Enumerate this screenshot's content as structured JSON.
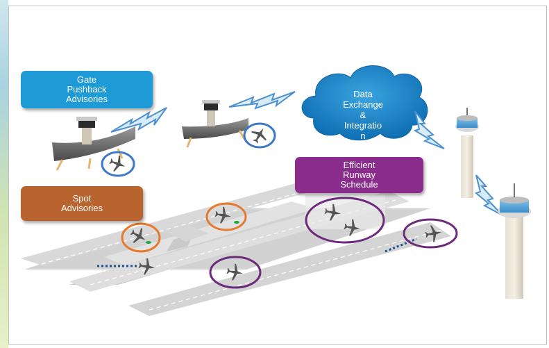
{
  "labels": {
    "gate": "Gate\nPushback\nAdvisories",
    "spot": "Spot\nAdvisories",
    "runway": "Efficient\nRunway\nSchedule",
    "cloud": "Data\nExchange\n&\nIntegratio\nn"
  },
  "colors": {
    "gate_box": "#1e9ad6",
    "spot_box": "#b9642e",
    "runway_box": "#8a2c8c",
    "cloud": "#1a82c4",
    "lightning": "#5aa0d8",
    "taxiway": "#cfcfcf",
    "circle_blue": "#3c78c8",
    "circle_orange": "#e8782a",
    "circle_purple": "#6b2a7a"
  },
  "icons": [
    "control-tower-icon",
    "lightning-bolt-icon",
    "airplane-icon",
    "cloud-icon",
    "gate-terminal-icon"
  ]
}
